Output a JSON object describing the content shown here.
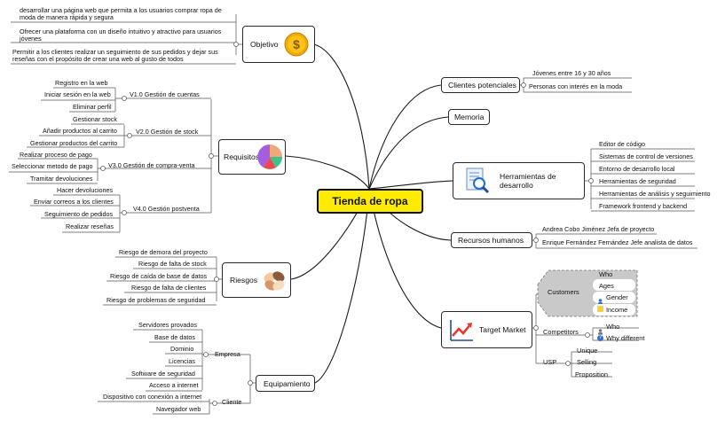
{
  "center": "Tienda de ropa",
  "objetivo": {
    "title": "Objetivo",
    "items": [
      "desarrollar una página web que permita a los usuarios comprar ropa de moda de manera rápida y segura",
      "Ofrecer una plataforma con un diseño intuitivo y atractivo para usuarios jóvenes",
      "Permitir a los clientes realizar un seguimiento de sus pedidos y dejar sus reseñas con el propósito de crear una web al gusto de todos"
    ]
  },
  "requisitos": {
    "title": "Requisitos",
    "groups": [
      {
        "label": "V1.0 Gestión de cuentas",
        "items": [
          "Registro en la web",
          "Iniciar sesión en la web",
          "Eliminar perfil"
        ]
      },
      {
        "label": "V2.0 Gestión de stock",
        "items": [
          "Gestionar stock",
          "Añadir productos al carrito",
          "Gestionar productos del carrito"
        ]
      },
      {
        "label": "V3.0 Gestión de compra-venta",
        "items": [
          "Realizar proceso de pago",
          "Seleccionar metodo de pago",
          "Tramitar devoluciones"
        ]
      },
      {
        "label": "V4.0 Gestión postventa",
        "items": [
          "Hacer devoluciones",
          "Enviar correos a los clientes",
          "Seguimiento de pedidos",
          "Realizar reseñas"
        ]
      }
    ]
  },
  "riesgos": {
    "title": "Riesgos",
    "items": [
      "Riesgo de demora del proyecto",
      "Riesgo de falta de stock",
      "Riesgo de caída de base de datos",
      "Riesgo de falta de clientes",
      "Riesgo de problemas de seguridad"
    ]
  },
  "equipamiento": {
    "title": "Equipamiento",
    "groups": [
      {
        "label": "Empresa",
        "items": [
          "Servidores provados",
          "Base de datos",
          "Dominio",
          "Licencias",
          "Software de seguridad",
          "Acceso a internet"
        ]
      },
      {
        "label": "Cliente",
        "items": [
          "Dispositivo con conexión a internet",
          "Navegador web"
        ]
      }
    ]
  },
  "clientes": {
    "title": "Clientes potenciales",
    "items": [
      "Jóvenes entre 16 y 30 años",
      "Personas con interés en la moda"
    ]
  },
  "memoria": {
    "title": "Memoria"
  },
  "herramientas": {
    "title": "Herramientas de desarrollo",
    "items": [
      "Editor de código",
      "Sistemas de control de versiones",
      "Entorno de desarrollo local",
      "Herramientas de seguridad",
      "Herramientas de análisis y seguimiento",
      "Framework frontend y backend"
    ]
  },
  "recursos": {
    "title": "Recursos humanos",
    "items": [
      "Andrea Cobo Jiménez Jefa de proyecto",
      "Enrique Fernández Fernández Jefe analista de datos"
    ]
  },
  "target": {
    "title": "Target Market",
    "customers": {
      "label": "Customers",
      "items": [
        "Who",
        "Ages",
        "Gender",
        "Income"
      ]
    },
    "competitors": {
      "label": "Competitors",
      "items": [
        "Who",
        "Why different"
      ]
    },
    "usp": {
      "label": "USP",
      "items": [
        "Unique",
        "Selling",
        "Proposition"
      ]
    }
  },
  "colors": {
    "center": "#ffeb00",
    "lines": "#1a1a1a",
    "customers_bg": "#c9c9c9",
    "coin": "#f5a800"
  }
}
